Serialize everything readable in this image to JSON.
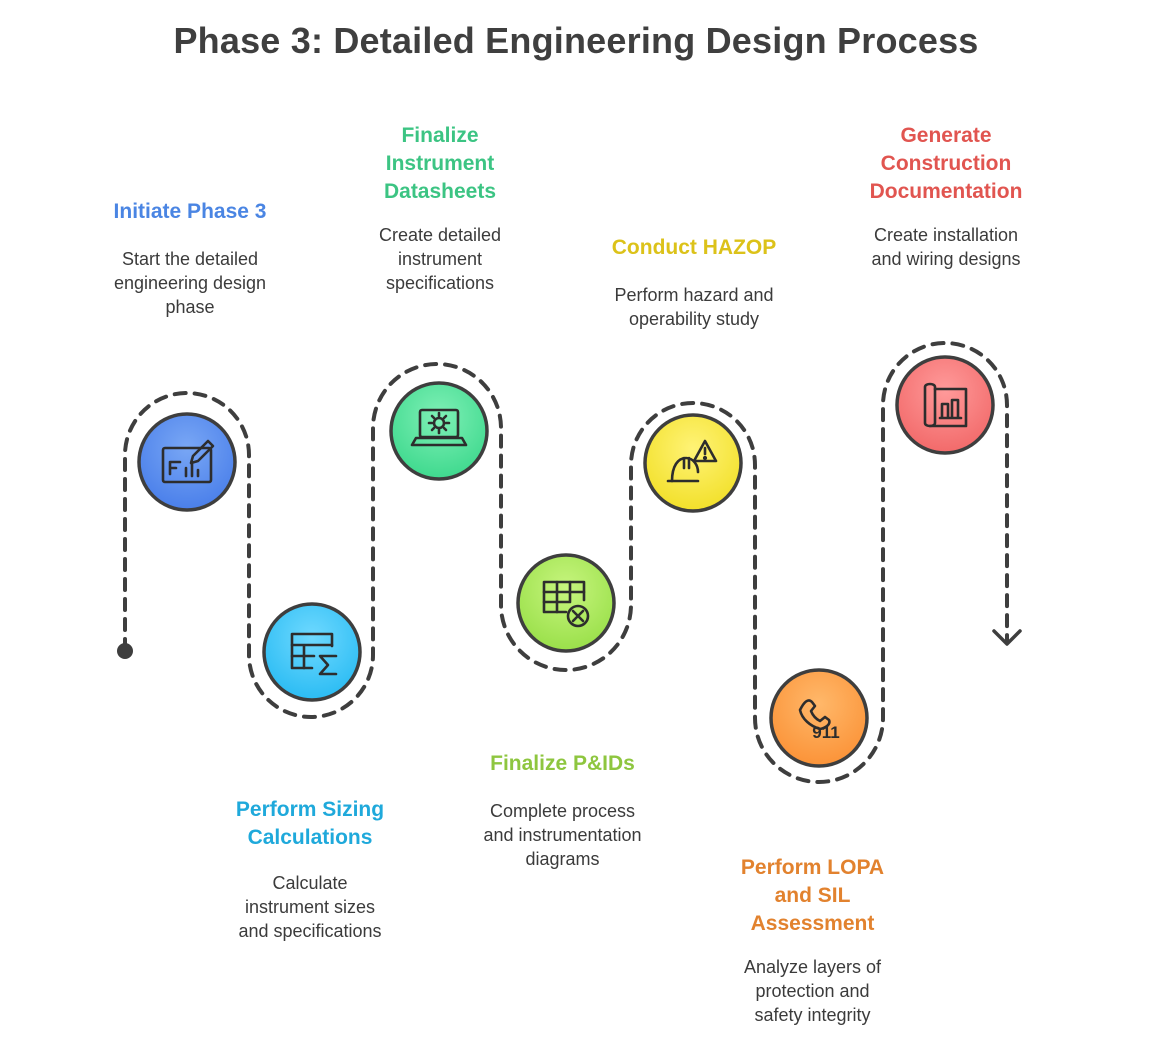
{
  "title": "Phase 3: Detailed Engineering Design Process",
  "steps": [
    {
      "title": "Initiate Phase 3",
      "description": "Start the detailed\nengineering design\nphase",
      "color": "#4a85e3",
      "icon": "blueprint-pencil-icon"
    },
    {
      "title": "Perform Sizing\nCalculations",
      "description": "Calculate\ninstrument sizes\nand specifications",
      "color": "#1fa9db",
      "icon": "table-sigma-icon"
    },
    {
      "title": "Finalize\nInstrument\nDatasheets",
      "description": "Create detailed\ninstrument\nspecifications",
      "color": "#3cc483",
      "icon": "laptop-gear-icon"
    },
    {
      "title": "Finalize P&IDs",
      "description": "Complete process\nand instrumentation\ndiagrams",
      "color": "#8ec63f",
      "icon": "table-cancel-icon"
    },
    {
      "title": "Conduct HAZOP",
      "description": "Perform hazard and\noperability study",
      "color": "#dcc219",
      "icon": "hardhat-warning-icon"
    },
    {
      "title": "Perform LOPA\nand SIL\nAssessment",
      "description": "Analyze layers of\nprotection and\nsafety integrity",
      "color": "#e2822e",
      "icon": "phone-911-icon"
    },
    {
      "title": "Generate\nConstruction\nDocumentation",
      "description": "Create installation\nand wiring designs",
      "color": "#e15550",
      "icon": "blueprint-roll-icon"
    }
  ],
  "icon_labels": {
    "emergency_number": "911"
  }
}
